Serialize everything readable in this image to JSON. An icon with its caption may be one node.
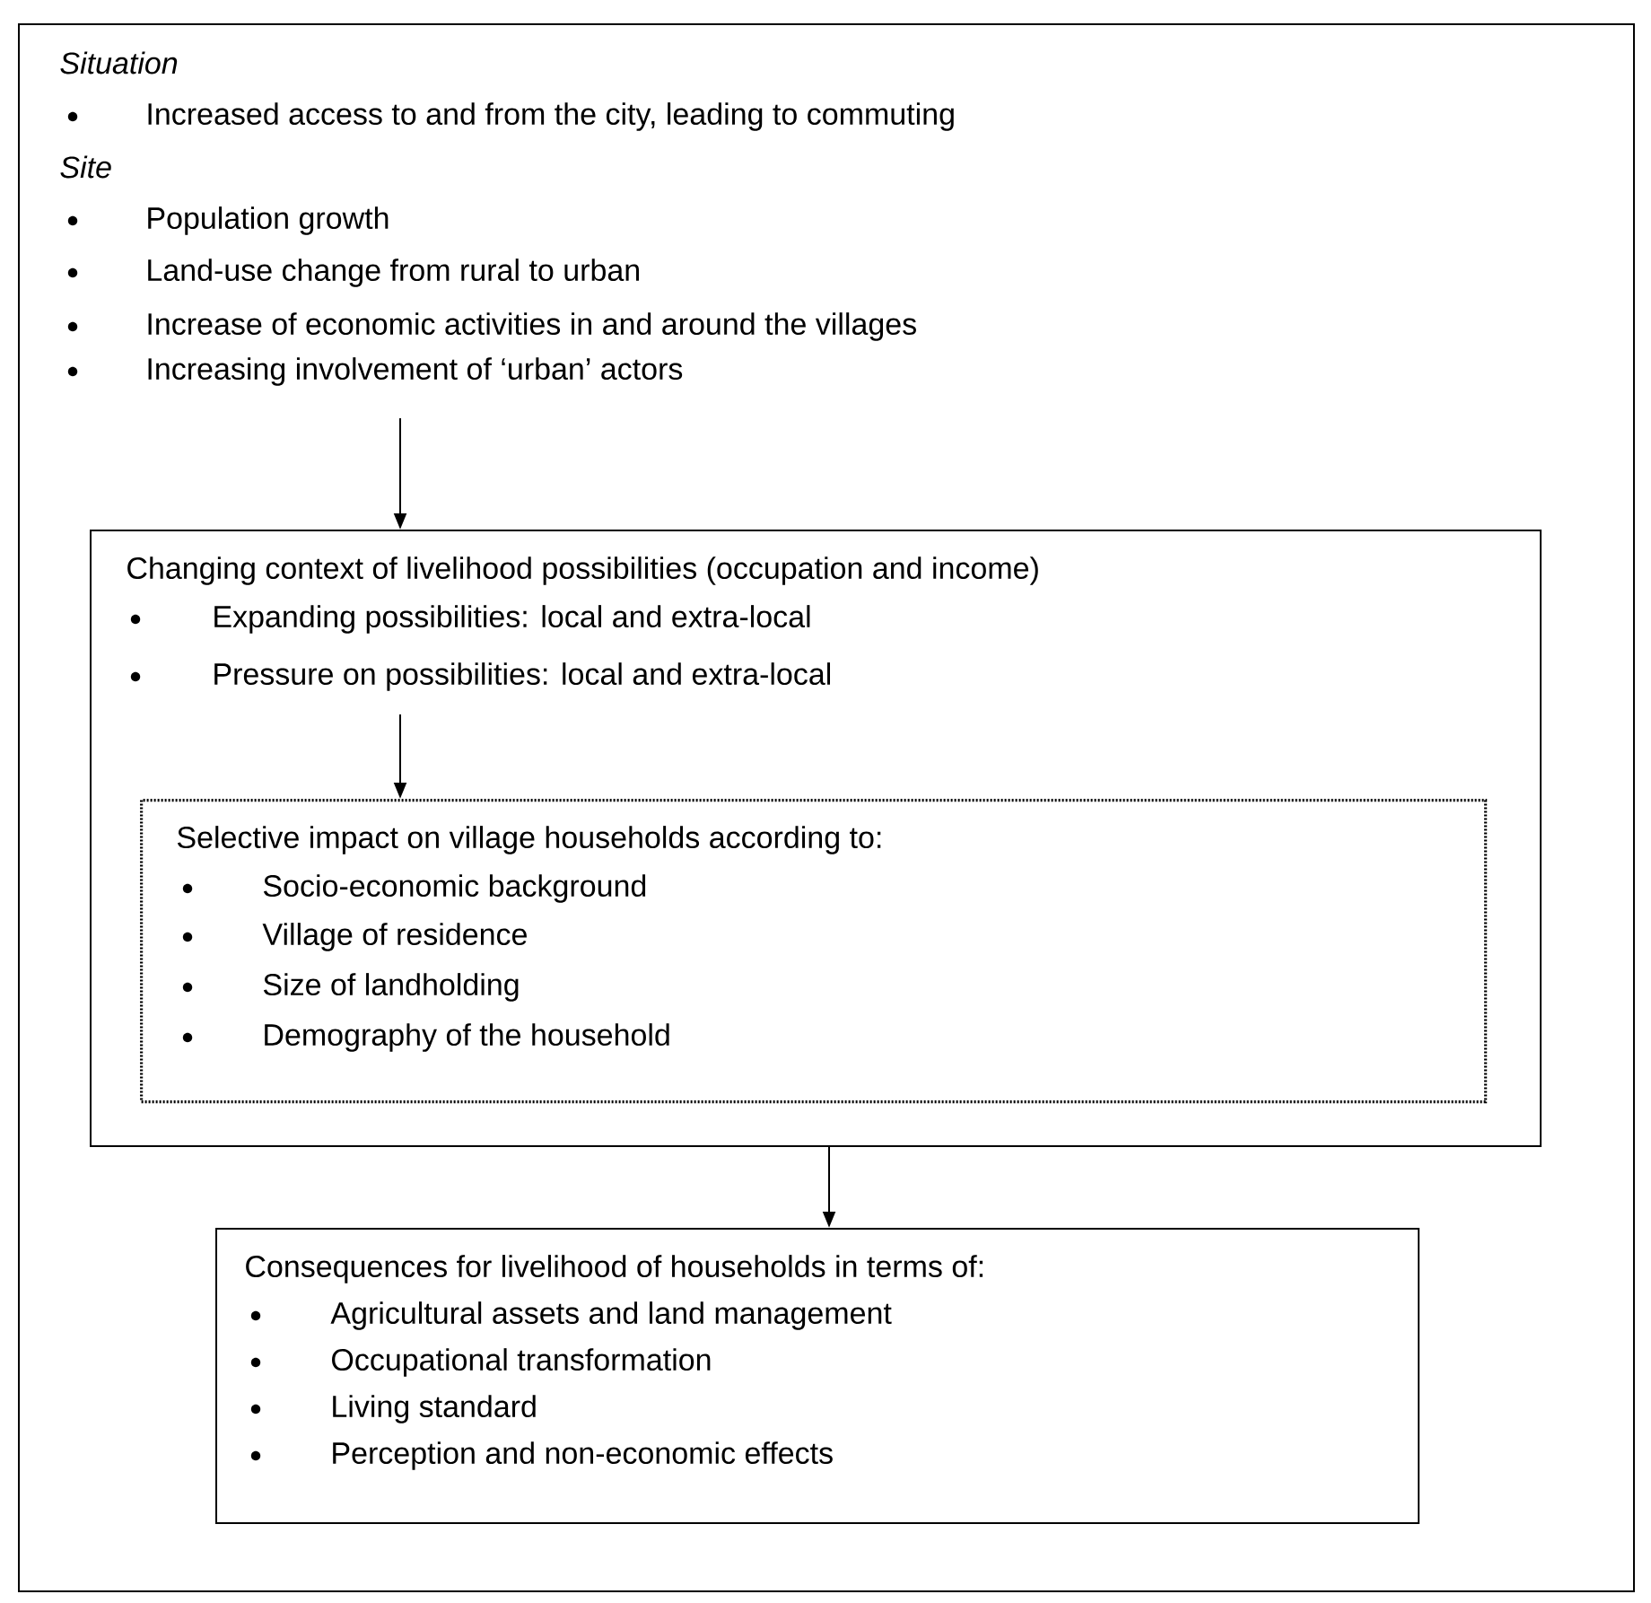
{
  "diagram": {
    "nodes": [
      {
        "text": [
          "Situation",
          "Increased access to and from the city, leading to commuting",
          "Site",
          "Population growth",
          "Land-use change from rural to urban",
          "Increase of economic activities in and around the villages",
          "Increasing involvement of ‘urban’ actors"
        ]
      },
      {
        "text": [
          "Changing context of livelihood possibilities (occupation and income)",
          "Expanding possibilities: local and extra-local",
          "Pressure on possibilities: local and extra-local"
        ],
        "in": 0
      },
      {
        "text": [
          "Selective impact on village households according to:",
          "Socio-economic background",
          "Village of residence",
          "Size of landholding",
          "Demography of the household"
        ],
        "in": 1
      },
      {
        "text": [
          "Consequences for livelihood of households in terms of:",
          "Agricultural assets and land management",
          "Occupational transformation",
          "Living standard",
          "Perception and non-economic effects"
        ],
        "in": 0
      }
    ],
    "edges": [
      {
        "from": null,
        "to": 1,
        "arrow": "to"
      },
      {
        "from": null,
        "to": 2,
        "arrow": "to"
      },
      {
        "from": 1,
        "to": 3,
        "arrow": "to"
      }
    ]
  }
}
